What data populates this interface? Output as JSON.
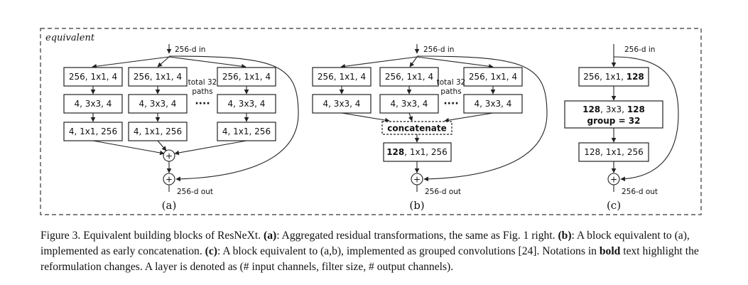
{
  "figure": {
    "equivalent_label": "equivalent",
    "in_label": "256-d in",
    "out_label": "256-d out",
    "total_paths_line1": "total 32",
    "total_paths_line2": "paths",
    "dots": "····",
    "a": {
      "row1": "256, 1x1, 4",
      "row2": "4, 3x3, 4",
      "row3": "4, 1x1, 256",
      "sublabel": "(a)"
    },
    "b": {
      "row1": "256, 1x1, 4",
      "row2": "4, 3x3, 4",
      "concat": "concatenate",
      "final_bold": "128",
      "final_rest": ", 1x1, 256",
      "sublabel": "(b)"
    },
    "c": {
      "box1_plain": "256, 1x1, ",
      "box1_bold": "128",
      "box2_bold1": "128",
      "box2_plain": ", 3x3, ",
      "box2_bold2": "128",
      "box2_line2": "group = 32",
      "box3": "128, 1x1, 256",
      "sublabel": "(c)"
    },
    "plus": "+"
  },
  "caption": {
    "prefix": "Figure 3. Equivalent building blocks of ResNeXt. ",
    "a_tag": "(a)",
    "a_text": ": Aggregated residual transformations, the same as Fig. 1 right. ",
    "b_tag": "(b)",
    "b_text": ": A block equivalent to (a), implemented as early concatenation. ",
    "c_tag": "(c)",
    "c_text": ": A block equivalent to (a,b), implemented as grouped convolutions [24]. Notations in ",
    "bold_word": "bold",
    "suffix": " text highlight the reformulation changes. A layer is denoted as (# input channels, filter size, # output channels)."
  }
}
